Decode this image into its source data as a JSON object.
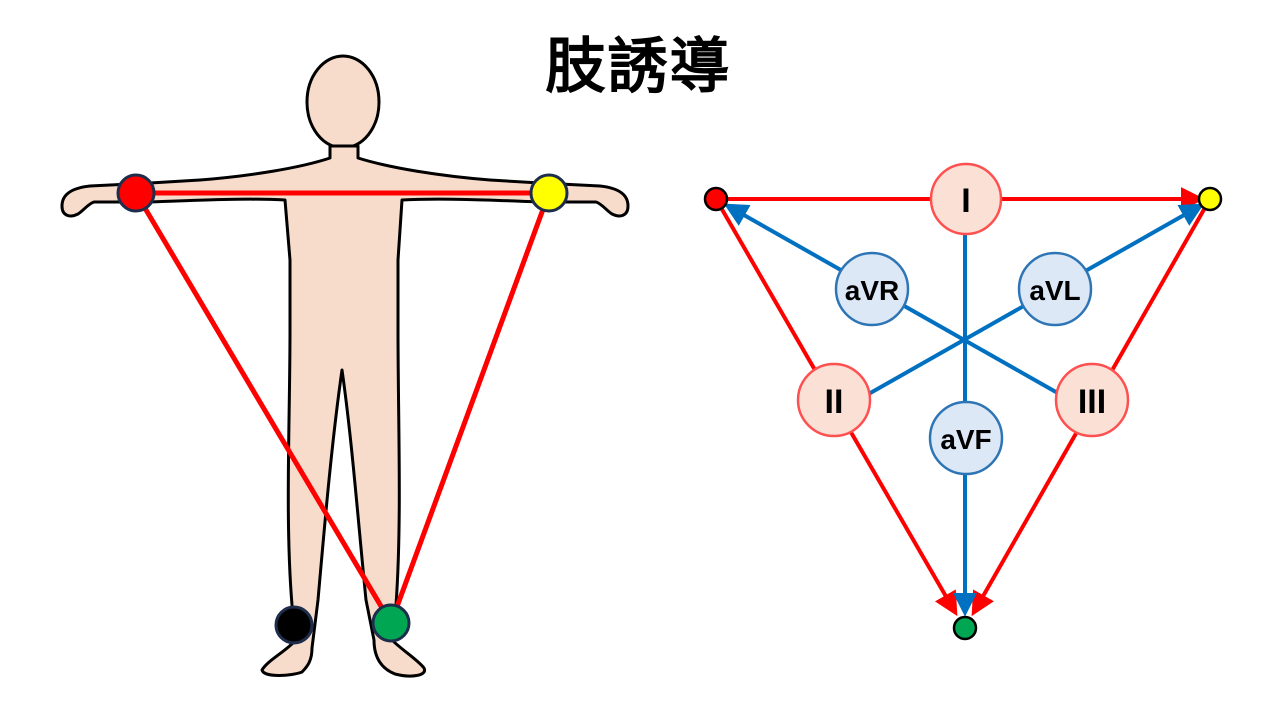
{
  "title": "肢誘導",
  "colors": {
    "red_electrode": "#ff0000",
    "yellow_electrode": "#ffff00",
    "green_electrode": "#00a651",
    "black_electrode": "#000000",
    "bipolar_line": "#ff0000",
    "augmented_line": "#0070c0",
    "bipolar_circle_fill": "#fbe0d6",
    "augmented_circle_fill": "#dde8f6",
    "skin": "#f8dccb"
  },
  "leads": {
    "lead_I": "I",
    "lead_II": "II",
    "lead_III": "III",
    "lead_aVR": "aVR",
    "lead_aVL": "aVL",
    "lead_aVF": "aVF"
  }
}
